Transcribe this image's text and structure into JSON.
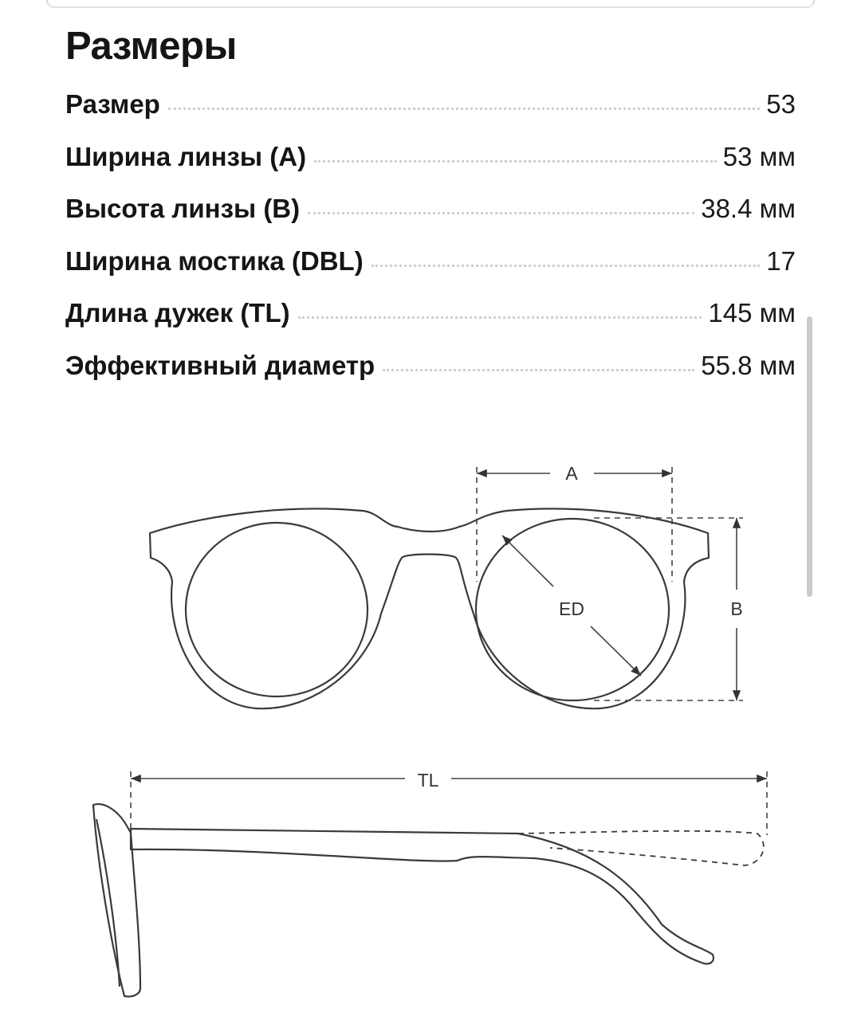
{
  "title": "Размеры",
  "specs": [
    {
      "label": "Размер",
      "value": "53"
    },
    {
      "label": "Ширина линзы (A)",
      "value": "53 мм"
    },
    {
      "label": "Высота линзы (B)",
      "value": "38.4 мм"
    },
    {
      "label": "Ширина мостика (DBL)",
      "value": "17"
    },
    {
      "label": "Длина дужек (TL)",
      "value": "145 мм"
    },
    {
      "label": "Эффективный диаметр",
      "value": "55.8 мм"
    }
  ],
  "diagram": {
    "label_a": "A",
    "label_b": "B",
    "label_ed": "ED",
    "label_tl": "TL"
  }
}
